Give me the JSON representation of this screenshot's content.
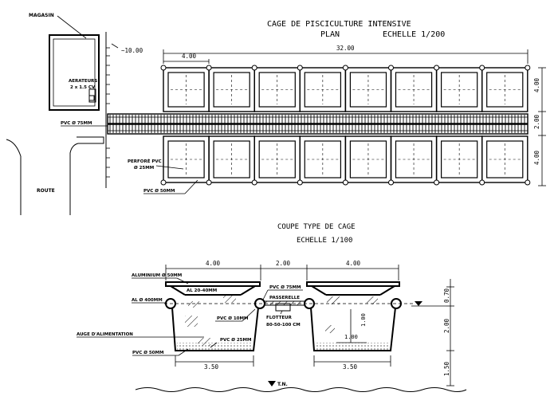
{
  "titles": {
    "plan_title": "CAGE  DE  PISCICULTURE  INTENSIVE",
    "plan_subtitle": "PLAN",
    "plan_scale": "ECHELLE    1/200",
    "section_title": "COUPE   TYPE   DE   CAGE",
    "section_scale": "ECHELLE   1/100"
  },
  "plan": {
    "magasin": "MAGASIN",
    "aerateurs": "AERATEURS",
    "aerateurs_spec": "2 x 1.5 CV",
    "pvc75": "PVC Ø 75MM",
    "perfore": "PERFORÉ PVC",
    "perfore_dia": "Ø 25MM",
    "pvc50": "PVC Ø 50MM",
    "route": "ROUTE",
    "level": "~10.00",
    "dim_total": "32.00",
    "dim_cell": "4.00",
    "dim_row1": "4.00",
    "dim_walk": "2.00",
    "dim_row2": "4.00"
  },
  "section": {
    "dim_w1": "4.00",
    "dim_w2": "2.00",
    "dim_w3": "4.00",
    "aluminium": "ALUMINIUM Ø 50MM",
    "al_2040": "AL 20-40MM",
    "al_400": "AL Ø 400MM",
    "pvc75": "PVC Ø 75MM",
    "passerelle": "PASSERELLE",
    "flotteur": "FLOTTEUR",
    "flotteur_spec": "80-50-100 CM",
    "pvc10": "PVC Ø 10MM",
    "auge": "AUGE D'ALIMENTATION",
    "pvc25": "PVC Ø 25MM",
    "pvc50": "PVC Ø 50MM",
    "d100_v": "1.00",
    "d100_h": "1.00",
    "dim_b1": "3.50",
    "dim_b2": "3.50",
    "v070": "0.70",
    "v200": "2.00",
    "v150": "1.50",
    "tn": "T.N."
  }
}
